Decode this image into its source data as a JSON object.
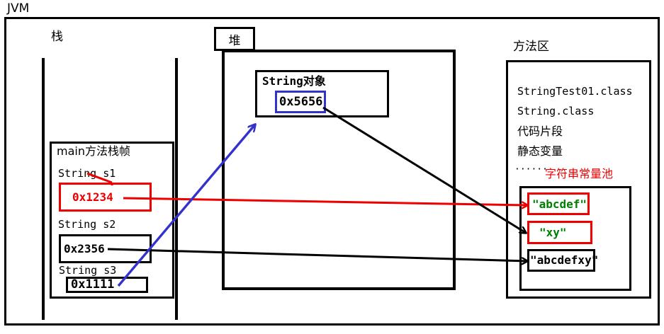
{
  "diagram": {
    "title": "JVM",
    "regions": {
      "stack": {
        "label": "栈"
      },
      "heap": {
        "label": "堆"
      },
      "method_area": {
        "label": "方法区"
      }
    },
    "stack": {
      "frame_label": "main方法栈帧",
      "variables": [
        {
          "declaration": "String s1",
          "value": "0x1234",
          "value_color": "#ee0000",
          "box_color": "#ee0000"
        },
        {
          "declaration": "String s2",
          "value": "0x2356",
          "value_color": "#000000",
          "box_color": "#000000"
        },
        {
          "declaration": "String s3",
          "value": "0x1111",
          "value_color": "#000000",
          "box_color": "#000000"
        }
      ]
    },
    "heap": {
      "object_label": "String对象",
      "object_address": "0x5656",
      "address_box_color": "#3333cc"
    },
    "method_area": {
      "entries": [
        "StringTest01.class",
        "String.class",
        "代码片段",
        "静态变量"
      ],
      "ellipsis": "······",
      "pool_label": "字符串常量池",
      "pool_label_color": "#ee0000",
      "pool_entries": [
        {
          "literal": "\"abcdef\"",
          "text_color": "#008000",
          "box_color": "#ee0000"
        },
        {
          "literal": "\"xy\"",
          "text_color": "#008000",
          "box_color": "#ee0000"
        },
        {
          "literal": "\"abcdefxy\"",
          "text_color": "#008000",
          "box_color": "#000000"
        }
      ]
    },
    "arrows": [
      {
        "name": "s1-to-abcdef",
        "color": "#ee0000"
      },
      {
        "name": "s1-label-pointer",
        "color": "#ee0000"
      },
      {
        "name": "s2-to-abcdefxy",
        "color": "#000000"
      },
      {
        "name": "heap-object-to-xy",
        "color": "#000000"
      },
      {
        "name": "s3-to-heap",
        "color": "#3333cc"
      }
    ]
  }
}
